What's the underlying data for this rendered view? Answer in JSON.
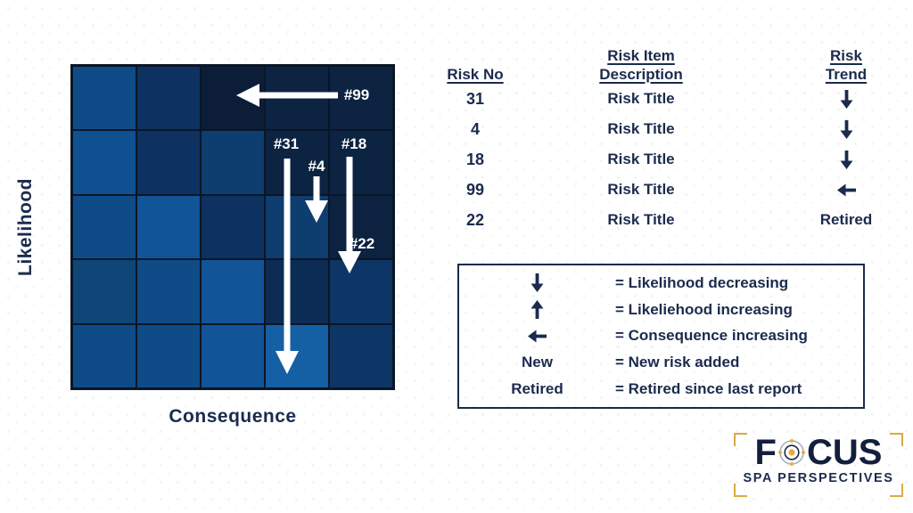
{
  "matrix": {
    "y_axis_label": "Likelihood",
    "x_axis_label": "Consequence",
    "rows": 5,
    "cols": 5,
    "cell_colors": [
      [
        "#0f4c87",
        "#0d3161",
        "#0c1d38",
        "#0d2342",
        "#0d2342"
      ],
      [
        "#0f5190",
        "#0d3161",
        "#0e3d70",
        "#0d2342",
        "#0d2342"
      ],
      [
        "#0f4c87",
        "#115498",
        "#0d3161",
        "#0e3d70",
        "#0d2140"
      ],
      [
        "#0e4678",
        "#0f4c87",
        "#115498",
        "#0d2c55",
        "#0d3565"
      ],
      [
        "#0f4c87",
        "#0f4c87",
        "#115498",
        "#1560a4",
        "#0d3565"
      ]
    ],
    "annotations": [
      {
        "id": "#99",
        "movement": "left"
      },
      {
        "id": "#31",
        "movement": "down"
      },
      {
        "id": "#4",
        "movement": "down"
      },
      {
        "id": "#18",
        "movement": "down"
      },
      {
        "id": "#22",
        "movement": "label-only"
      }
    ]
  },
  "table": {
    "headers": {
      "risk_no": "Risk No",
      "description_line1": "Risk Item",
      "description_line2": "Description",
      "trend_line1": "Risk",
      "trend_line2": "Trend"
    },
    "rows": [
      {
        "no": "31",
        "title": "Risk Title",
        "trend": "down"
      },
      {
        "no": "4",
        "title": "Risk Title",
        "trend": "down"
      },
      {
        "no": "18",
        "title": "Risk Title",
        "trend": "down"
      },
      {
        "no": "99",
        "title": "Risk Title",
        "trend": "left"
      },
      {
        "no": "22",
        "title": "Risk Title",
        "trend": "Retired"
      }
    ]
  },
  "legend": {
    "items": [
      {
        "symbol": "down-arrow",
        "text": "= Likelihood decreasing"
      },
      {
        "symbol": "up-arrow",
        "text": "= Likeliehood increasing"
      },
      {
        "symbol": "left-arrow",
        "text": "= Consequence increasing"
      },
      {
        "symbol": "New",
        "text": "= New risk added"
      },
      {
        "symbol": "Retired",
        "text": "= Retired since last report"
      }
    ]
  },
  "logo": {
    "brand_prefix": "F",
    "brand_suffix": "CUS",
    "tagline": "SPA PERSPECTIVES"
  },
  "colors": {
    "navy_text": "#1b2b4d",
    "grid_line": "#0a1626",
    "movement_arrow": "#ffffff",
    "logo_gold": "#d9ab45",
    "logo_orange": "#f0a73e"
  }
}
